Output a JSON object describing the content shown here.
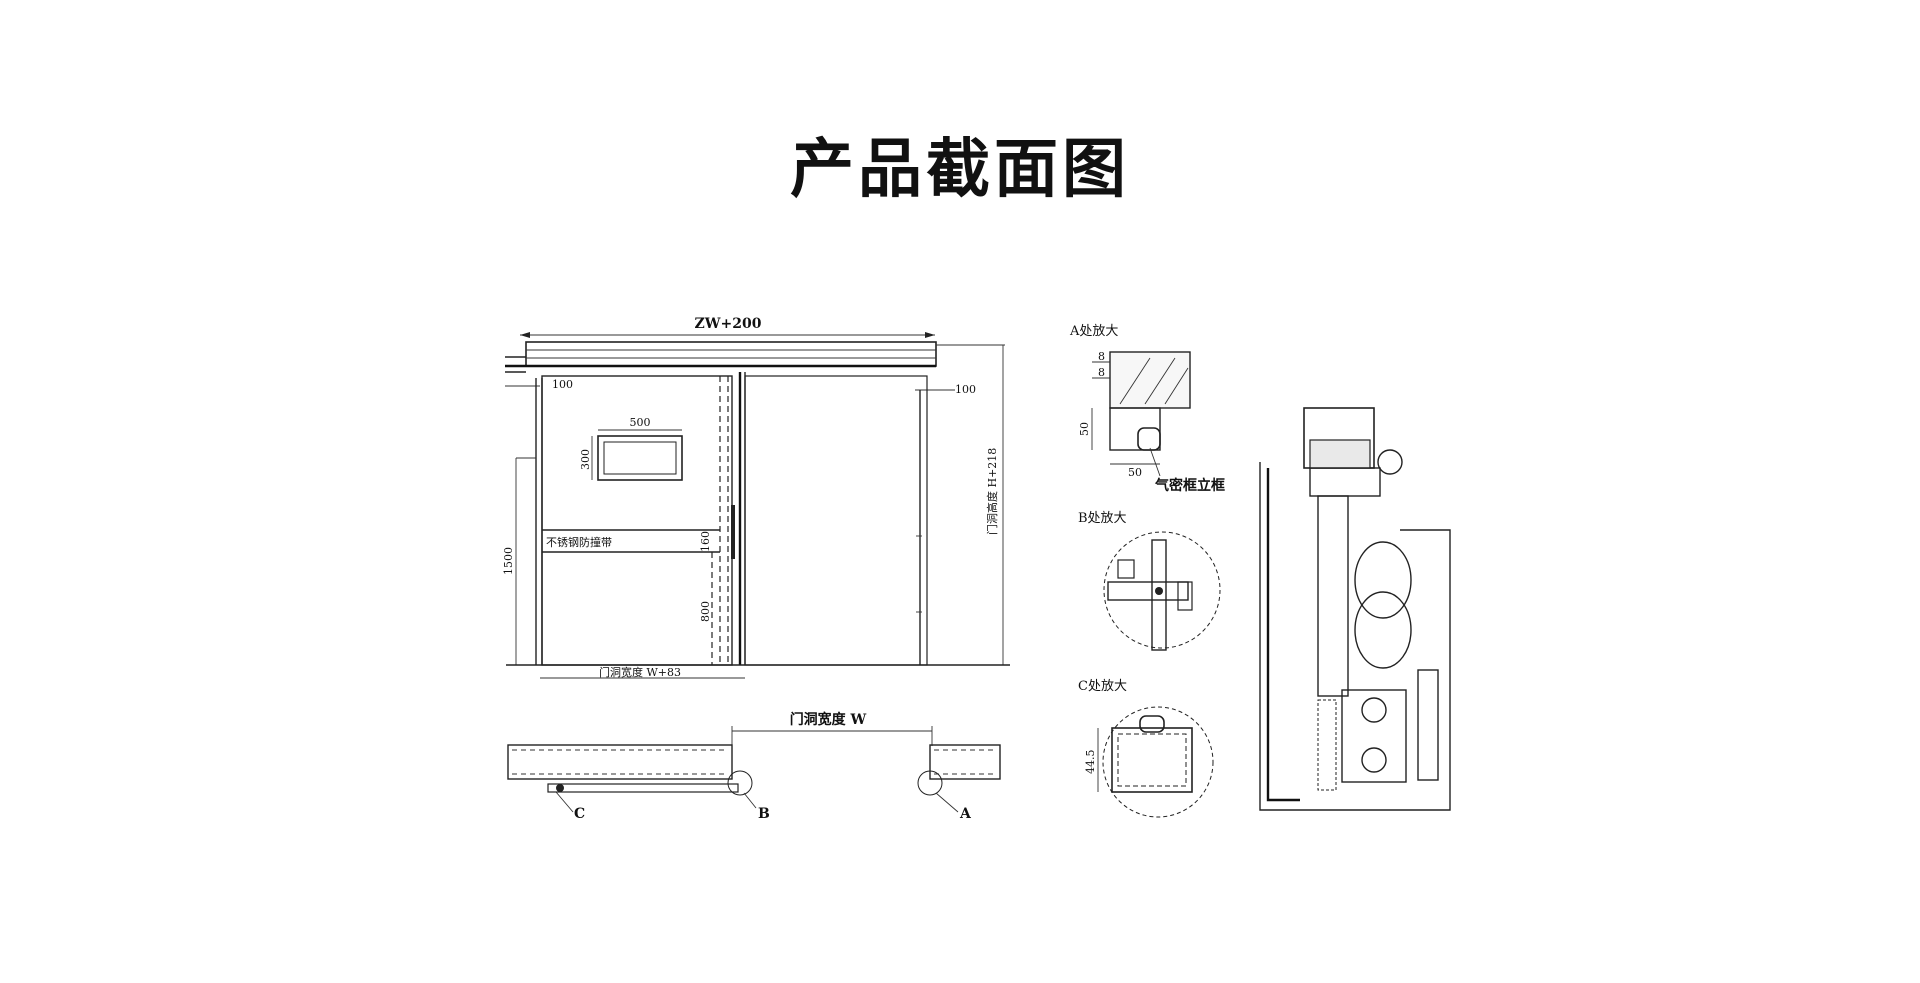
{
  "title": "产品截面图",
  "front": {
    "total_width": "ZW+200",
    "left_margin": "100",
    "right_margin": "100",
    "window_width": "500",
    "window_height": "300",
    "height_1500": "1500",
    "strip_height": "160",
    "strip_label": "不锈钢防撞带",
    "height_800": "800",
    "opening_height": "门洞高度 H+218",
    "bottom_width": "门洞宽度 W+83"
  },
  "plan": {
    "opening_width": "门洞宽度 W",
    "label_c": "C",
    "label_b": "B",
    "label_a": "A"
  },
  "detail_a": {
    "title": "A处放大",
    "dim_8a": "8",
    "dim_8b": "8",
    "dim_50v": "50",
    "dim_50h": "50",
    "label": "气密框立框"
  },
  "detail_b": {
    "title": "B处放大"
  },
  "detail_c": {
    "title": "C处放大",
    "dim": "44.5"
  }
}
